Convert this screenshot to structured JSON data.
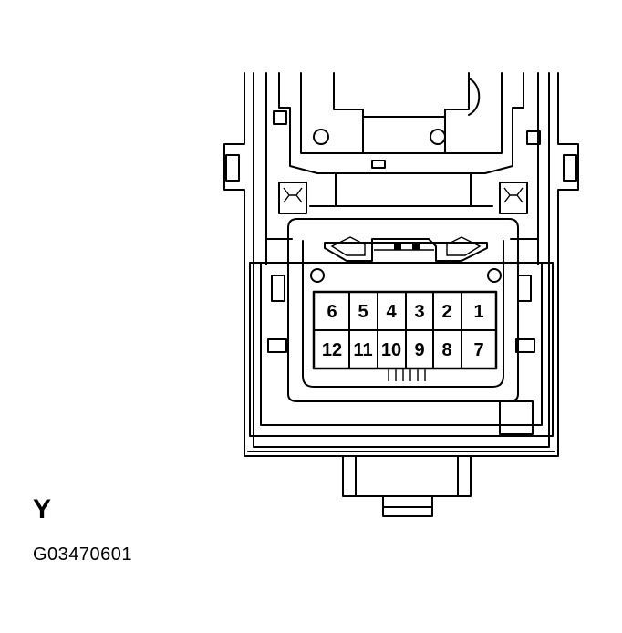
{
  "view_label": "Y",
  "figure_code": "G03470601",
  "connector": {
    "top_row": [
      "6",
      "5",
      "4",
      "3",
      "2",
      "1"
    ],
    "bottom_row": [
      "12",
      "11",
      "10",
      "9",
      "8",
      "7"
    ]
  }
}
